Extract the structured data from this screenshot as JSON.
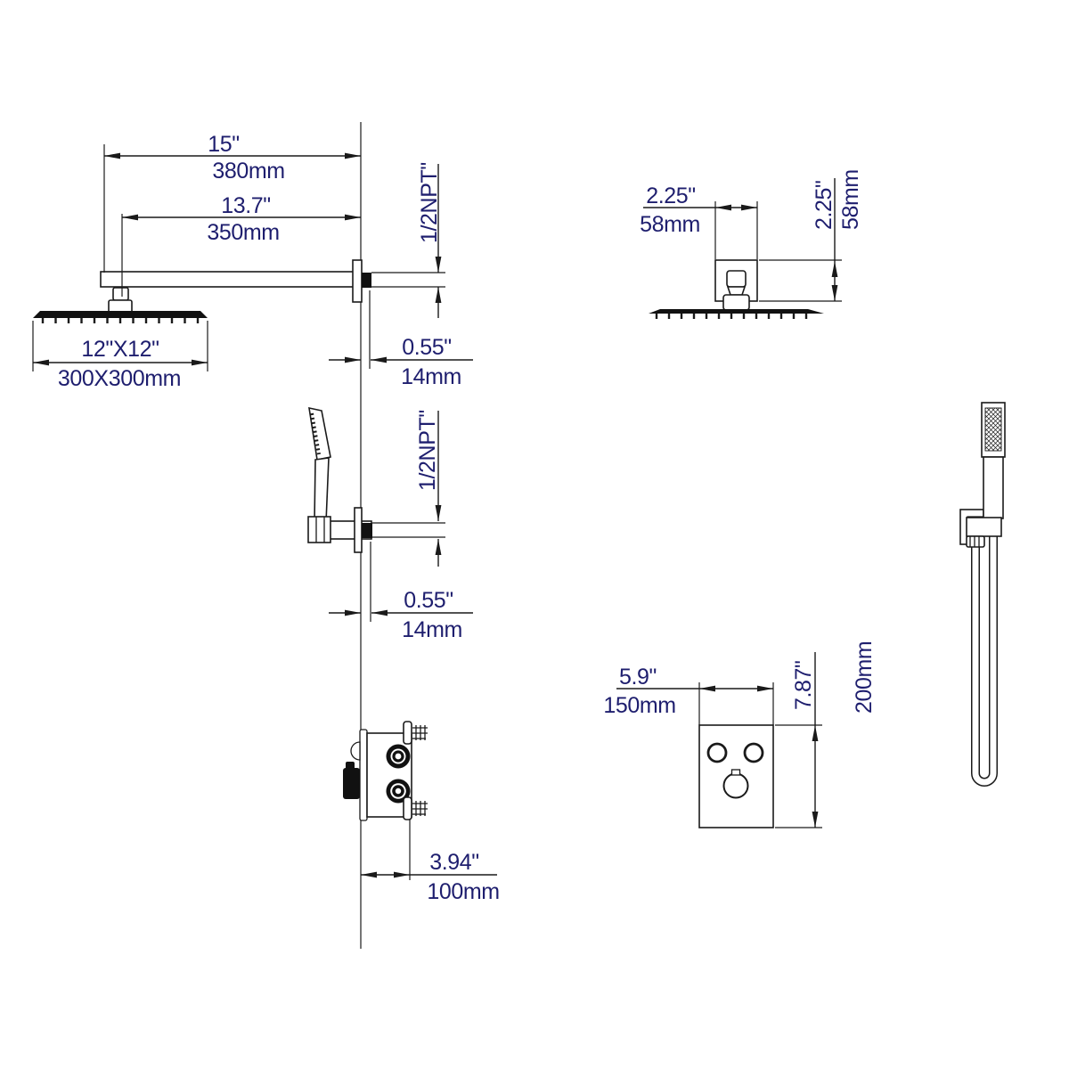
{
  "colors": {
    "line": "#1a1a1a",
    "text": "#1e1e6e",
    "background": "#ffffff",
    "fill_dark": "#111111"
  },
  "labels": {
    "arm_length_in": "15\"",
    "arm_length_mm": "380mm",
    "arm_reach_in": "13.7\"",
    "arm_reach_mm": "350mm",
    "head_size_in": "12\"X12\"",
    "head_size_mm": "300X300mm",
    "arm_thread": "1/2NPT\"",
    "flange_top_in": "0.55\"",
    "flange_top_mm": "14mm",
    "holder_thread": "1/2NPT\"",
    "flange_holder_in": "0.55\"",
    "flange_holder_mm": "14mm",
    "joint_width_in": "2.25\"",
    "joint_width_mm": "58mm",
    "joint_height_in": "2.25\"",
    "joint_height_mm": "58mm",
    "valve_depth_in": "3.94\"",
    "valve_depth_mm": "100mm",
    "panel_width_in": "5.9\"",
    "panel_width_mm": "150mm",
    "panel_height_in": "7.87\"",
    "panel_height_mm": "200mm"
  }
}
